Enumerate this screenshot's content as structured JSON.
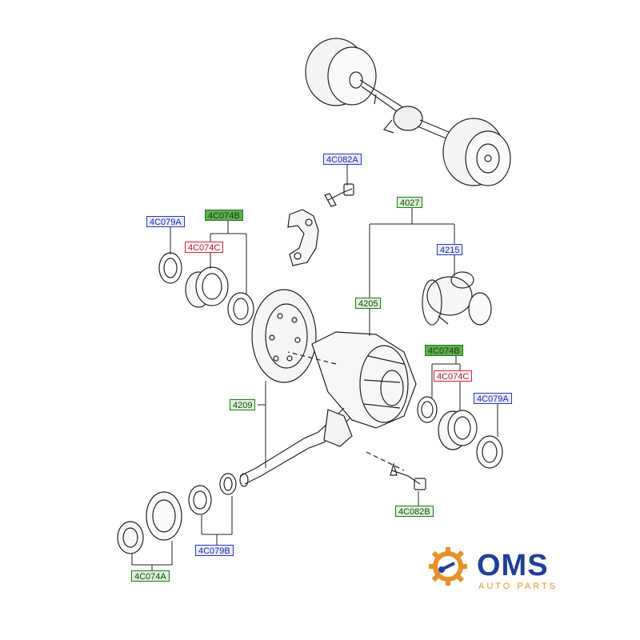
{
  "diagram": {
    "labels": {
      "l_4c082a_top": "4C082A",
      "l_4027": "4027",
      "l_4c079a_left": "4C079A",
      "l_4c074b_left": "4C074B",
      "l_4c074c_left": "4C074C",
      "l_4215": "4215",
      "l_4205": "4205",
      "l_4c074b_right": "4C074B",
      "l_4c074c_right": "4C074C",
      "l_4c079a_right": "4C079A",
      "l_4209": "4209",
      "l_4c082b": "4C082B",
      "l_4c079b": "4C079B",
      "l_4c074a": "4C074A"
    }
  },
  "logo": {
    "word": "OMS",
    "tagline": "AUTO PARTS",
    "colors": {
      "blue": "#1f3f9a",
      "orange": "#e9902a"
    }
  }
}
